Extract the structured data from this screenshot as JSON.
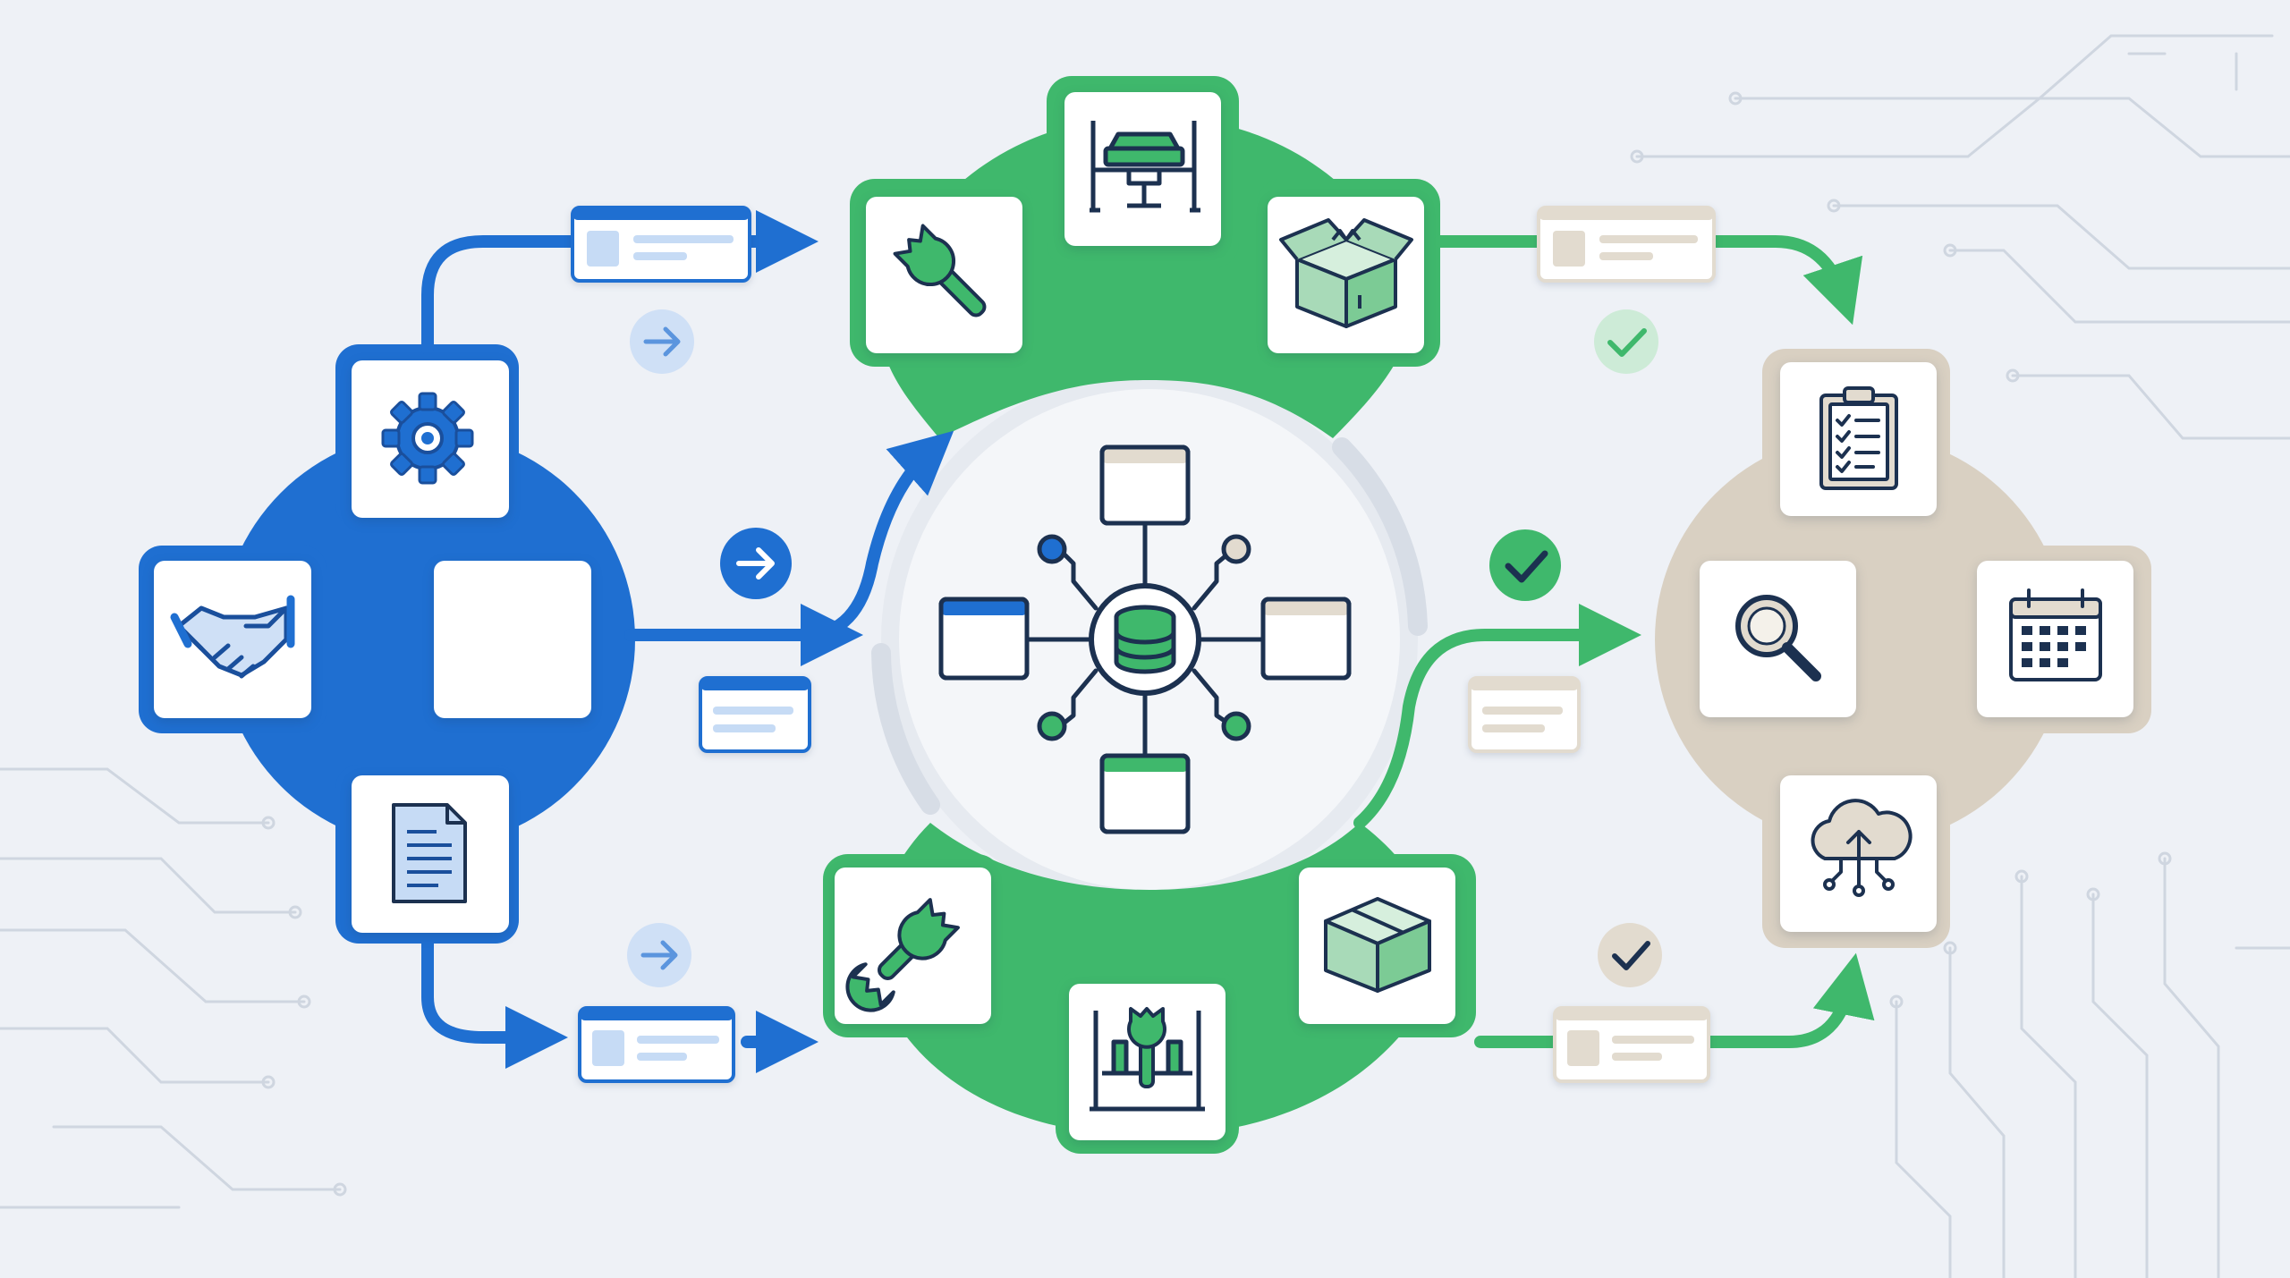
{
  "colors": {
    "background": "#eef1f6",
    "blue": "#1f6fd1",
    "blue_dark": "#1a4f9c",
    "green": "#3fb86c",
    "green_dark": "#1f6b45",
    "tan": "#d9d0c2",
    "navy": "#1c3150",
    "circuit": "#cfd6e0"
  },
  "clusters": [
    {
      "name": "intake-cluster",
      "color": "blue",
      "icons": [
        "gear-icon",
        "handshake-icon",
        "blank-tile",
        "document-icon"
      ]
    },
    {
      "name": "service-cluster-top",
      "color": "green",
      "icons": [
        "car-lift-icon",
        "wrench-icon",
        "package-icon"
      ]
    },
    {
      "name": "service-cluster-bottom",
      "color": "green",
      "icons": [
        "wrench-icon",
        "package-icon",
        "repair-station-icon"
      ]
    },
    {
      "name": "review-cluster",
      "color": "tan",
      "icons": [
        "clipboard-checklist-icon",
        "magnifier-icon",
        "calendar-icon",
        "cloud-upload-icon"
      ]
    }
  ],
  "hub": {
    "center_icon": "database-icon",
    "nodes": [
      "window-top",
      "window-left",
      "window-right",
      "window-bottom"
    ]
  },
  "status_badges": [
    "arrow-badge",
    "arrow-badge-light",
    "arrow-badge-light",
    "check-badge",
    "check-badge-light",
    "check-badge-neutral"
  ]
}
